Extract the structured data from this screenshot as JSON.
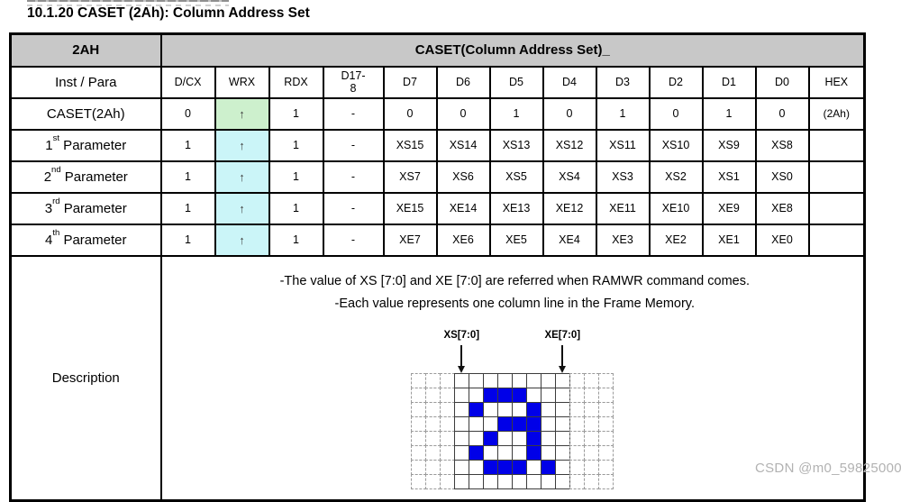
{
  "page": {
    "title": "10.1.20 CASET (2Ah): Column Address Set",
    "watermark": "CSDN @m0_59825000"
  },
  "colors": {
    "header_gray": "#c8c8c8",
    "highlight_green": "#cdf0cd",
    "highlight_cyan": "#cbf5f8",
    "pixel_blue": "#0000e8"
  },
  "table": {
    "code": "2AH",
    "title": "CASET(Column Address Set)_",
    "columns_label": "Inst / Para",
    "columns": [
      "D/CX",
      "WRX",
      "RDX",
      "D17-\n8",
      "D7",
      "D6",
      "D5",
      "D4",
      "D3",
      "D2",
      "D1",
      "D0",
      "HEX"
    ],
    "rows": [
      {
        "label": "CASET(2Ah)",
        "label_sup": "",
        "label_rest": "",
        "dcx": "0",
        "wrx": "↑",
        "wrx_highlight": "green",
        "rdx": "1",
        "d17_8": "-",
        "bits": [
          "0",
          "0",
          "1",
          "0",
          "1",
          "0",
          "1",
          "0"
        ],
        "hex": "(2Ah)"
      },
      {
        "label": "1",
        "label_sup": "st",
        "label_rest": " Parameter",
        "dcx": "1",
        "wrx": "↑",
        "wrx_highlight": "cyan",
        "rdx": "1",
        "d17_8": "-",
        "bits": [
          "XS15",
          "XS14",
          "XS13",
          "XS12",
          "XS11",
          "XS10",
          "XS9",
          "XS8"
        ],
        "hex": ""
      },
      {
        "label": "2",
        "label_sup": "nd",
        "label_rest": " Parameter",
        "dcx": "1",
        "wrx": "↑",
        "wrx_highlight": "cyan",
        "rdx": "1",
        "d17_8": "-",
        "bits": [
          "XS7",
          "XS6",
          "XS5",
          "XS4",
          "XS3",
          "XS2",
          "XS1",
          "XS0"
        ],
        "hex": ""
      },
      {
        "label": "3",
        "label_sup": "rd",
        "label_rest": " Parameter",
        "dcx": "1",
        "wrx": "↑",
        "wrx_highlight": "cyan",
        "rdx": "1",
        "d17_8": "-",
        "bits": [
          "XE15",
          "XE14",
          "XE13",
          "XE12",
          "XE11",
          "XE10",
          "XE9",
          "XE8"
        ],
        "hex": ""
      },
      {
        "label": "4",
        "label_sup": "th",
        "label_rest": " Parameter",
        "dcx": "1",
        "wrx": "↑",
        "wrx_highlight": "cyan",
        "rdx": "1",
        "d17_8": "-",
        "bits": [
          "XE7",
          "XE6",
          "XE5",
          "XE4",
          "XE3",
          "XE2",
          "XE1",
          "XE0"
        ],
        "hex": ""
      }
    ],
    "description": {
      "label": "Description",
      "lines": [
        "-The value of XS [7:0] and XE [7:0] are referred when RAMWR command comes.",
        "-Each value represents one column line in the Frame Memory."
      ],
      "diagram": {
        "xs_label": "XS[7:0]",
        "xe_label": "XE[7:0]",
        "rows": 8,
        "solid_cols": 8,
        "dashed_side_cols": 3,
        "blue_cells": [
          [
            2,
            3
          ],
          [
            2,
            4
          ],
          [
            2,
            5
          ],
          [
            3,
            2
          ],
          [
            3,
            6
          ],
          [
            4,
            4
          ],
          [
            4,
            5
          ],
          [
            4,
            6
          ],
          [
            5,
            3
          ],
          [
            5,
            6
          ],
          [
            6,
            2
          ],
          [
            6,
            6
          ],
          [
            7,
            3
          ],
          [
            7,
            4
          ],
          [
            7,
            5
          ],
          [
            7,
            7
          ]
        ]
      }
    }
  }
}
